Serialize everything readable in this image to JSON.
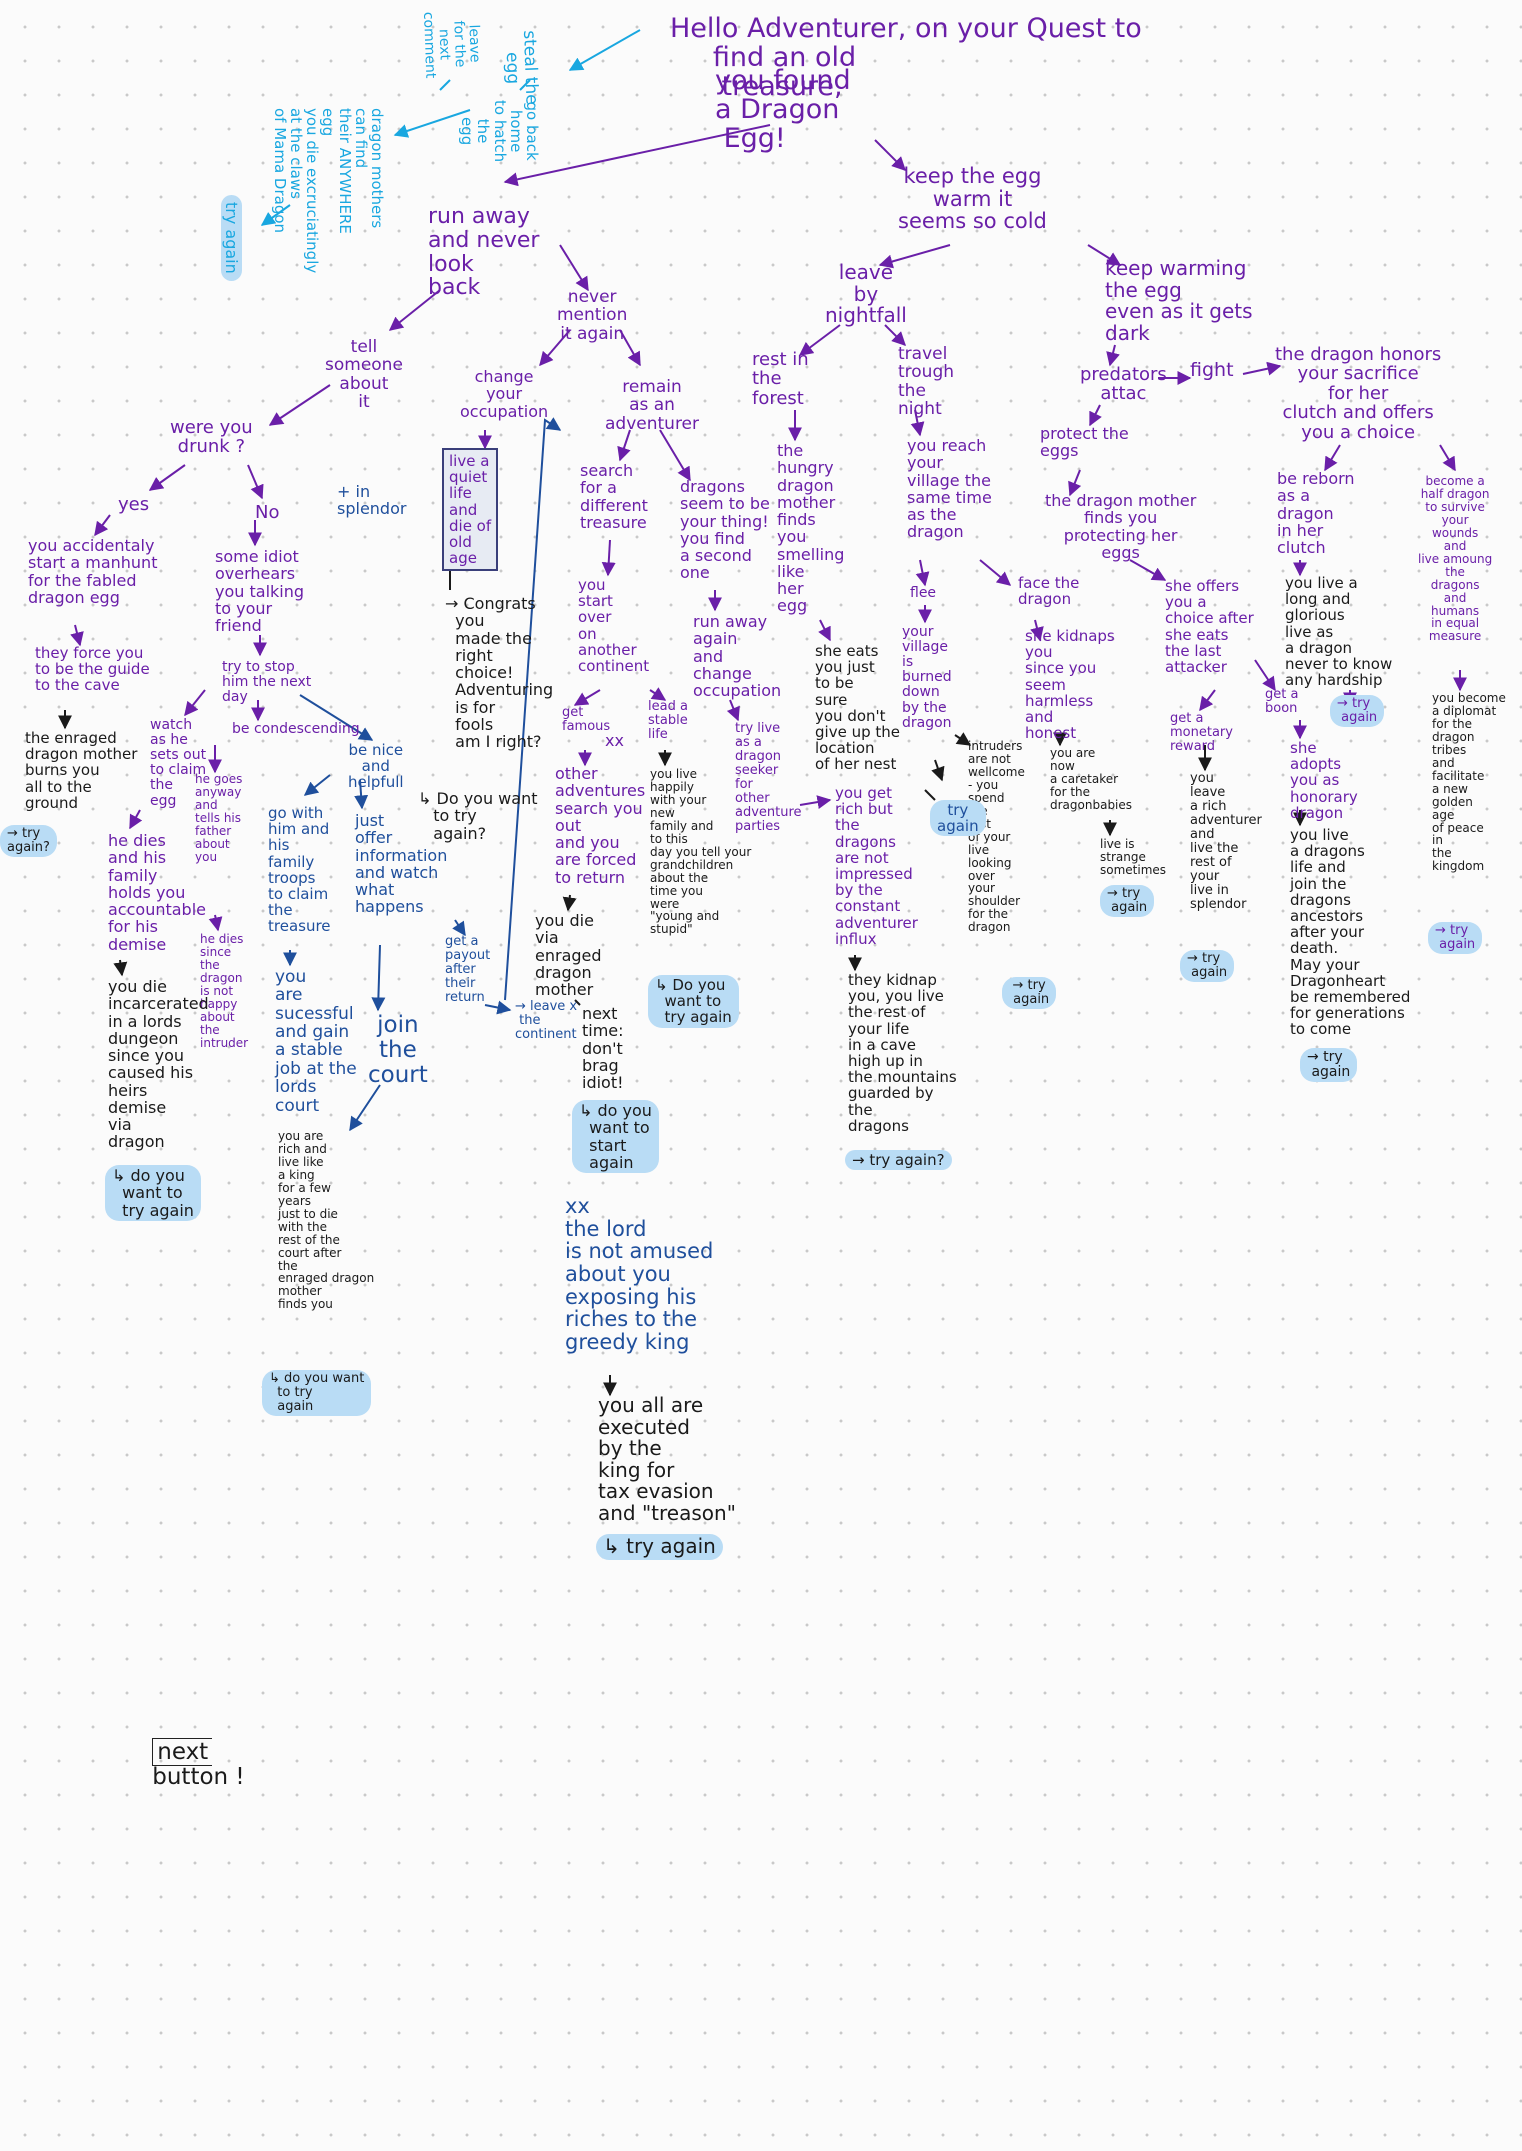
{
  "palette": {
    "purple": "#6a1fa8",
    "black": "#1a1a1a",
    "navy": "#1f4f9c",
    "cyan": "#19a7e0",
    "highlight": "#b9dcf5"
  },
  "nodes": {
    "intro": "Hello Adventurer, on your Quest to\n     find an old\n      treasure,",
    "found_egg": "you found\na Dragon\n Egg!",
    "steal_egg": "steal the\negg",
    "leave_next_comment": "leave\nfor the\nnext\ncomment",
    "go_back_home": "go back\nhome\nto hatch\nthe\negg",
    "dragon_mothers": "dragon mothers\ncan find\ntheir ANYWHERE\negg\nyou die excruciatingly\nat the claws\nof Mama Dragon",
    "cyan_try_again": "try again",
    "run_away": "run away\nand never\nlook\nback",
    "keep_egg": "keep the egg\nwarm it\nseems so cold",
    "tell_someone": "tell\nsomeone\nabout\nit",
    "never_mention": "never\nmention\nit again",
    "leave_nightfall": "leave\nby\nnightfall",
    "keep_warming": "keep warming\nthe egg\neven as it gets\ndark",
    "were_you_drunk": "were you\ndrunk ?",
    "change_occupation": "change\nyour\noccupation",
    "remain_adventurer": "remain\nas an\nadventurer",
    "rest_forest": "rest in\nthe\nforest",
    "travel_night": "travel\ntrough\nthe\nnight",
    "predators": "predators\nattac",
    "fight": "fight",
    "dragon_honors": "the dragon honors\nyour sacrifice\nfor her\nclutch and offers\nyou a choice",
    "yes": "yes",
    "no": "No",
    "in_splendor": "+ in\nsplendor",
    "quiet_life": "live a\nquiet\nlife\nand\ndie of\nold\nage",
    "search_different": "search\nfor a\ndifferent\ntreasure",
    "dragons_seem": "dragons\nseem to be\nyour thing!\nyou find\na second\none",
    "hungry_mother": "the\nhungry\ndragon\nmother\nfinds\nyou\nsmelling\nlike\nher\negg",
    "reach_village": "you reach\nyour\nvillage the\nsame time\nas the\ndragon",
    "protect_eggs": "protect the\neggs",
    "mother_finds": "the dragon mother\nfinds you\nprotecting her\neggs",
    "reborn": "be reborn\nas a\ndragon\nin her\nclutch",
    "half_dragon": "become a\nhalf dragon\nto survive\nyour\nwounds\nand\nlive amoung\nthe\ndragons\nand\nhumans\nin equal\nmeasure",
    "manhunt": "you accidentaly\nstart a manhunt\nfor the fabled\ndragon egg",
    "idiot_overhears": "some idiot\noverhears\nyou talking\nto your\nfriend",
    "congrats": "→ Congrats\n  you\n  made the\n  right\n  choice!\n  Adventuring\n  is for\n  fools\n  am I right?",
    "start_over": "you\nstart\nover\non\nanother\ncontinent",
    "run_away_again": "run away\nagain\nand\nchange\noccupation",
    "flee": "flee",
    "face_dragon": "face the\ndragon",
    "she_offers": "she offers\nyou a\nchoice after\nshe eats\nthe last\nattacker",
    "long_life": "you live a\nlong and\nglorious\nlive as\na dragon\nnever to know\nany hardship",
    "diplomat": "you become\na diplomat\nfor the\ndragon\ntribes\nand\nfacilitate\na new\ngolden\nage\nof peace\nin\nthe\nkingdom",
    "force_guide": "they force you\nto be the guide\nto the cave",
    "try_stop": "try to stop\nhim the next\nday",
    "get_famous": "get\nfamous",
    "xx_marker": "xx",
    "stable_life": "lead a\nstable\nlife",
    "dragon_seeker": "try live\nas a\ndragon\nseeker\nfor\nother\nadventure\nparties",
    "she_eats": "she eats\nyou just\nto be\nsure\nyou don't\ngive up the\nlocation\nof her nest",
    "village_burned": "your\nvillage\nis\nburned\ndown\nby the\ndragon",
    "she_kidnaps": "she kidnaps\nyou\nsince you\nseem\nharmless\nand\nhonest",
    "get_boon": "get a\nboon",
    "monetary_reward": "get a\nmonetary\nreward",
    "adopts": "she\nadopts\nyou as\nhonorary\ndragon",
    "enraged_burns": "the enraged\ndragon mother\nburns you\nall to the\nground",
    "watch_claim": "watch\nas he\nsets out\nto claim\nthe\negg",
    "be_condescending": "be condescending",
    "be_nice": "be nice\nand\nhelpfull",
    "do_you_want_congrats": "↳ Do you want\n   to try\n   again?",
    "other_adventurers": "other\nadventures\nsearch you\nout\nand you\nare forced\nto return",
    "live_happily": "you live\nhappily\nwith your\nnew\nfamily and\nto this\nday you tell your\ngrandchildren\nabout the\ntime you\nwere\n\"young and\nstupid\"",
    "get_rich": "you get\nrich but\nthe\ndragons\nare not\nimpressed\nby the\nconstant\nadventurer\ninflux",
    "intruders": "intruders\nare not\nwellcome\n- you\nspend\nthe\nrest\nof your\nlive\nlooking\nover\nyour\nshoulder\nfor the\ndragon",
    "caretaker": "you are\nnow\na caretaker\nfor the\ndragonbabies",
    "life_strange": "live is\nstrange\nsometimes",
    "leave_rich": "you\nleave\na rich\nadventurer\nand\nlive the\nrest of\nyour\nlive in\nsplendor",
    "live_dragons_life": "you live\na dragons\nlife and\njoin the\ndragons\nancestors\nafter your\ndeath.\nMay your\nDragonheart\nbe remembered\nfor generations\nto come",
    "he_dies": "he dies\nand his\nfamily\nholds you\naccountable\nfor his\ndemise",
    "he_goes_anyway": "he goes\nanyway\nand\ntells his\nfather\nabout\nyou",
    "go_with_him": "go with\nhim and\nhis\nfamily\ntroops\nto claim\nthe\ntreasure",
    "just_offer": "just\noffer\ninformation\nand watch\nwhat\nhappens",
    "payout": "get a\npayout\nafter\ntheir\nreturn",
    "leave_continent": "→ leave x\n the\ncontinent",
    "you_die_mother": "you die\nvia\nenraged\ndragon\nmother",
    "do_you_want_stable": "↳ Do you\n  want to\n  try again",
    "they_kidnap": "they kidnap\nyou, you live\nthe rest of\nyour life\nin a cave\nhigh up in\nthe mountains\nguarded by\nthe\ndragons",
    "he_dies_since": "he dies\nsince\nthe\ndragon\nis not\nhappy\nabout\nthe\nintruder",
    "successful": "you\nare\nsucessful\nand gain\na stable\njob at the\nlords\ncourt",
    "join_court": "join\nthe\ncourt",
    "next_time": "next\ntime:\ndon't\nbrag\nidiot!",
    "do_you_want_next": "↳ do you\n  want to\n  start\n  again",
    "incarcerated": "you die\nincarcerated\nin a lords\ndungeon\nsince you\ncaused his\nheirs\ndemise\nvia\ndragon",
    "do_you_want_incarcerated": "↳ do you\n  want to\n  try again",
    "rich_king": "you are\nrich and\nlive like\na king\nfor a few\nyears\njust to die\nwith the\nrest of the\ncourt after\nthe\nenraged dragon\nmother\nfinds you",
    "do_you_want_rich": "↳ do you want\n  to try\n  again",
    "xx_lord": "xx\nthe lord\nis not amused\nabout you\nexposing his\nriches to the\ngreedy king",
    "executed": "you all are\nexecuted\nby the\nking for\ntax evasion\nand \"treason\"",
    "try_again_executed": "↳ try again",
    "try_again_left": "→ try\nagain?",
    "try_again_intruders": "try\nagain",
    "try_again_strange": "→ try\n again",
    "try_again_splendor": "→ try\n again",
    "try_again_diplomat": "→ try\n again",
    "try_again_boon": "→ try\n again",
    "try_again_caretaker": "→ try\n again",
    "try_again_dragonslife": "→ try\n again",
    "try_again_kidnap": "→ try again?",
    "next_label": "next",
    "next_suffix": "button !"
  }
}
